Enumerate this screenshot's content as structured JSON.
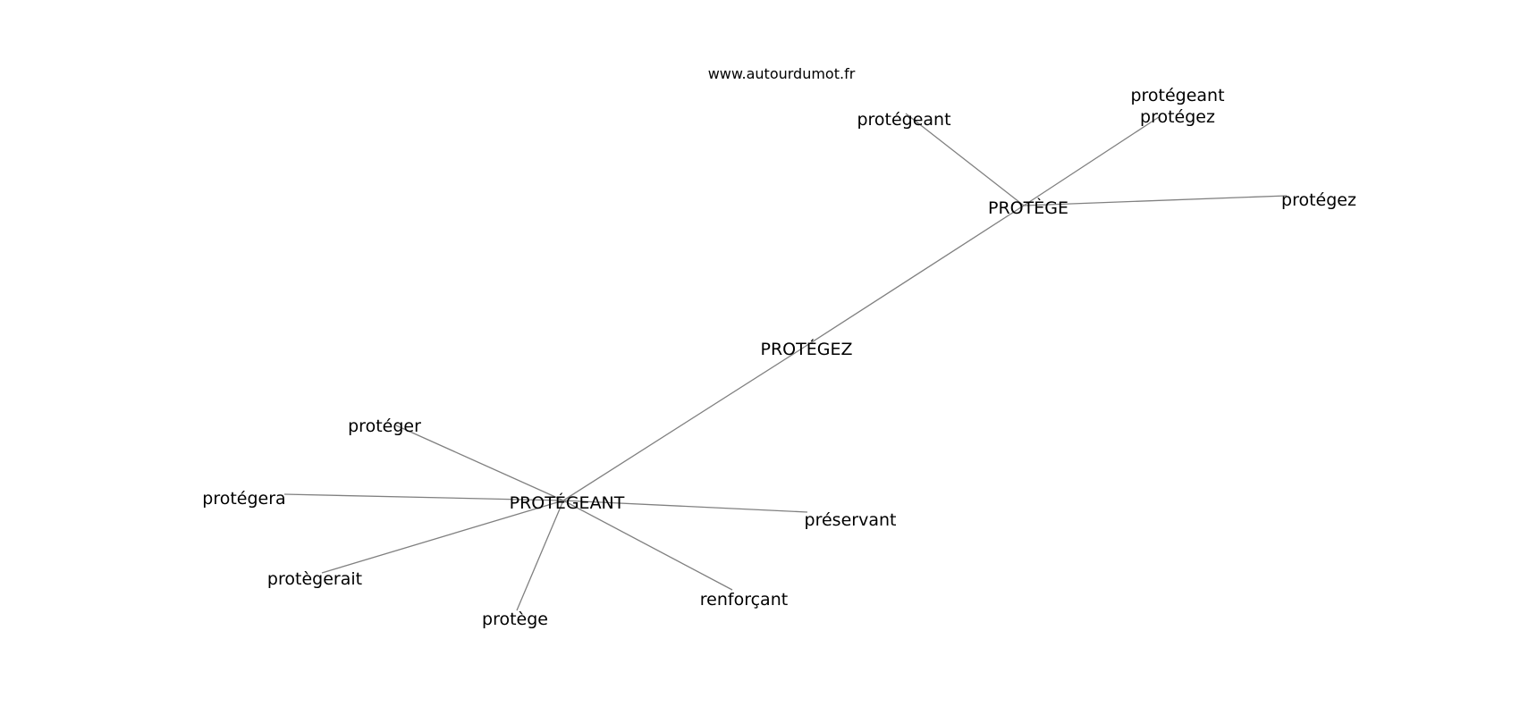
{
  "watermark": "www.autourdumot.fr",
  "colors": {
    "edge": "#808080",
    "text": "#000000",
    "background": "#ffffff"
  },
  "nodes": [
    {
      "id": "protegeant_hub",
      "label": "PROTÉGEANT"
    },
    {
      "id": "protegez_hub",
      "label": "PROTÉGEZ"
    },
    {
      "id": "protege_hub",
      "label": "PROTÈGE"
    },
    {
      "id": "proteger",
      "label": "protéger"
    },
    {
      "id": "protegera",
      "label": "protégera"
    },
    {
      "id": "protegerait",
      "label": "protègerait"
    },
    {
      "id": "protege",
      "label": "protège"
    },
    {
      "id": "renforcant",
      "label": "renforçant"
    },
    {
      "id": "preservant",
      "label": "préservant"
    },
    {
      "id": "protegeant_leaf",
      "label": "protégeant"
    },
    {
      "id": "protegeant_protegez",
      "label": "protégeant\nprotégez"
    },
    {
      "id": "protegez_leaf",
      "label": "protégez"
    }
  ],
  "edges": [
    [
      "protegeant_hub",
      "proteger"
    ],
    [
      "protegeant_hub",
      "protegera"
    ],
    [
      "protegeant_hub",
      "protegerait"
    ],
    [
      "protegeant_hub",
      "protege"
    ],
    [
      "protegeant_hub",
      "renforcant"
    ],
    [
      "protegeant_hub",
      "preservant"
    ],
    [
      "protegeant_hub",
      "protegez_hub"
    ],
    [
      "protegez_hub",
      "protege_hub"
    ],
    [
      "protege_hub",
      "protegeant_leaf"
    ],
    [
      "protege_hub",
      "protegeant_protegez"
    ],
    [
      "protege_hub",
      "protegez_leaf"
    ]
  ]
}
